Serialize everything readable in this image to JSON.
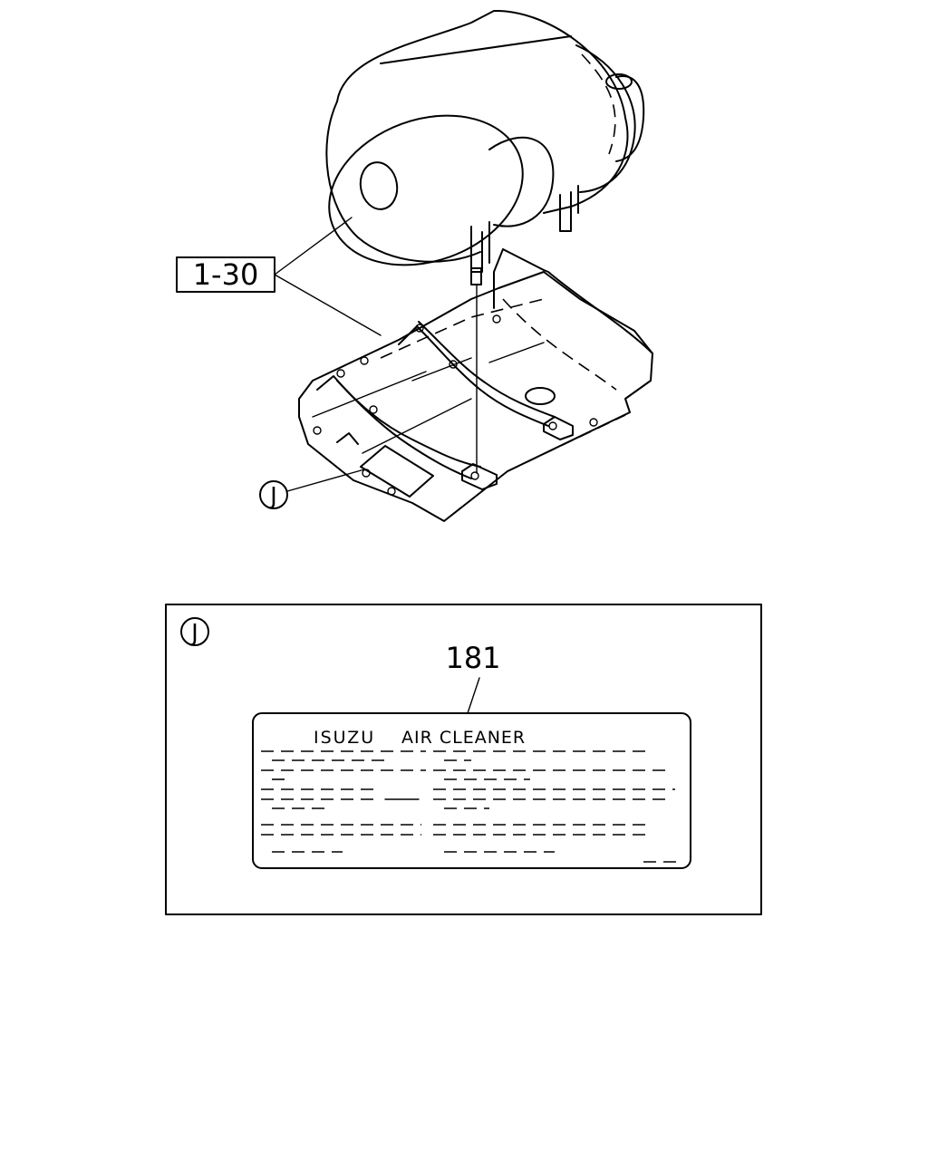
{
  "callouts": {
    "assembly_ref": "1-30",
    "detail_marker": "J",
    "detail_box_marker": "J",
    "label_part_number": "181"
  },
  "label": {
    "title_brand": "ISUZU",
    "title_product": "AIR CLEANER"
  },
  "colors": {
    "line": "#000000",
    "background": "#ffffff"
  }
}
